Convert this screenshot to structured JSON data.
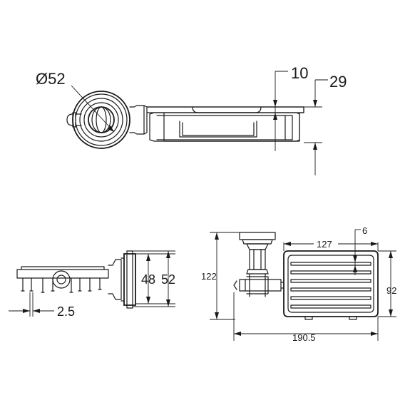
{
  "top_view": {
    "diameter_label": "Ø52",
    "dim_10": "10",
    "dim_29": "29"
  },
  "side_view": {
    "dim_48": "48",
    "dim_52": "52",
    "dim_2_5": "2.5"
  },
  "front_view": {
    "dim_127": "127",
    "dim_6": "6",
    "dim_122": "122",
    "dim_92": "92",
    "dim_190_5": "190.5"
  }
}
